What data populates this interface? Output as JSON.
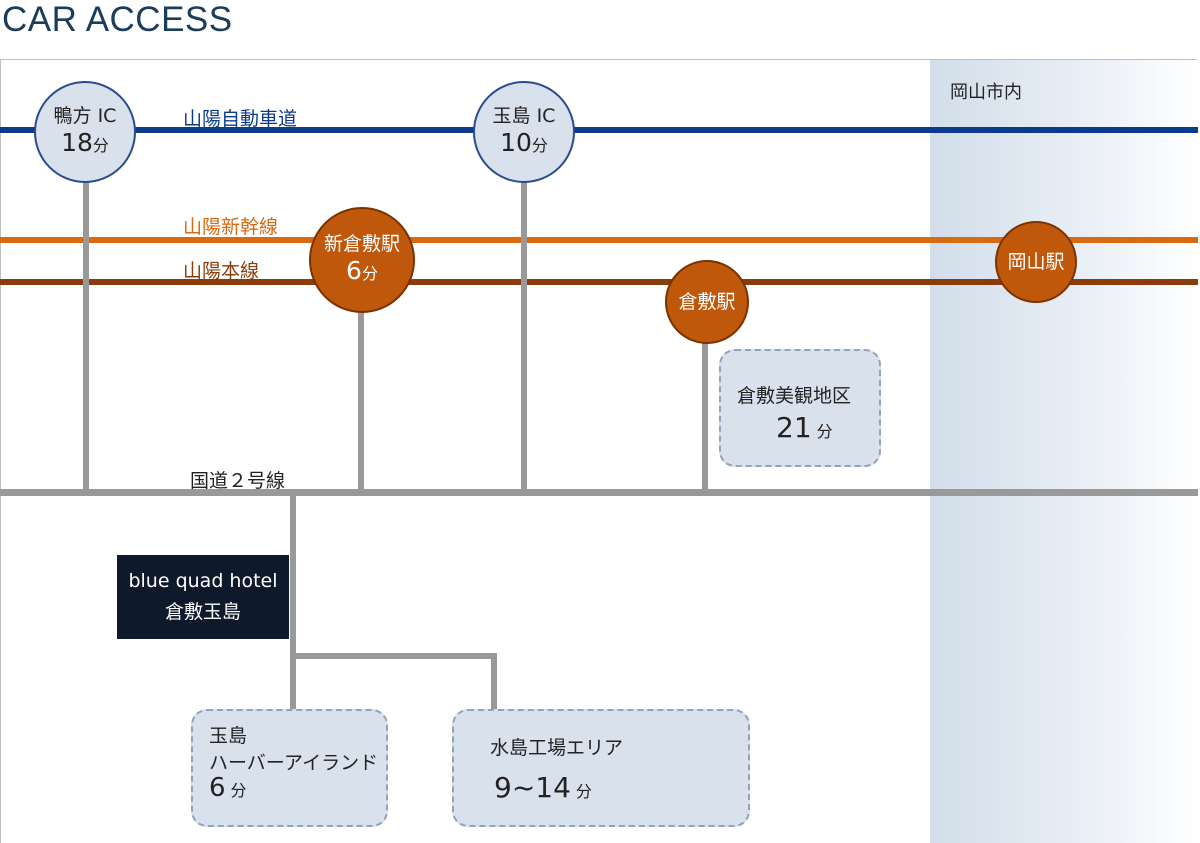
{
  "title": "CAR ACCESS",
  "area_label": "岡山市内",
  "roads": {
    "expressway": "山陽自動車道",
    "shinkansen": "山陽新幹線",
    "main_line": "山陽本線",
    "route2": "国道２号線"
  },
  "colors": {
    "expressway": "#0c3b8c",
    "shinkansen": "#d86a12",
    "main_line": "#8a3c0c",
    "road": "#999999",
    "hotel_box": "#0e1a2b"
  },
  "nodes": {
    "kamogata": {
      "name": "鴨方 IC",
      "time": "18",
      "unit": "分"
    },
    "tamashima_ic": {
      "name": "玉島 IC",
      "time": "10",
      "unit": "分"
    },
    "shinkurashiki": {
      "name": "新倉敷駅",
      "time": "6",
      "unit": "分"
    },
    "kurashiki": {
      "name": "倉敷駅"
    },
    "okayama": {
      "name": "岡山駅"
    }
  },
  "destinations": {
    "bikan": {
      "name": "倉敷美観地区",
      "time": "21",
      "unit": "分"
    },
    "harbor": {
      "line1": "玉島",
      "line2": "ハーバーアイランド",
      "time": "6",
      "unit": "分"
    },
    "mizushima": {
      "name": "水島工場エリア",
      "time": "9~14",
      "unit": "分"
    }
  },
  "hotel": {
    "line1": "blue quad hotel",
    "line2": "倉敷玉島"
  }
}
